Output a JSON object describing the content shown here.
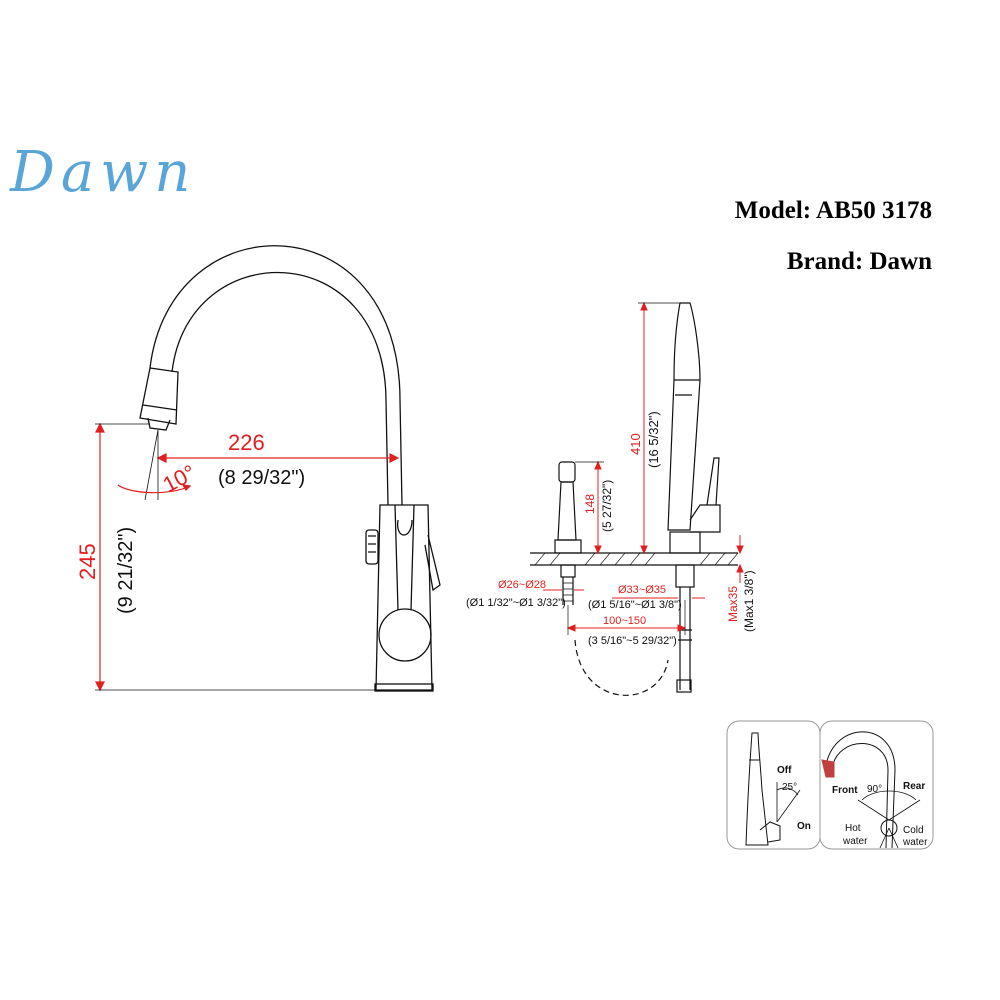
{
  "logo": {
    "text": "Dawn"
  },
  "model": {
    "label": "Model:",
    "value": "AB50 3178"
  },
  "brand": {
    "label": "Brand:",
    "value": "Dawn"
  },
  "front_view": {
    "reach_mm": "226",
    "reach_in": "(8  29/32\")",
    "angle": "10°",
    "height_mm": "245",
    "height_in": "(9  21/32\")"
  },
  "side_view": {
    "total_height_mm": "410",
    "total_height_in": "(16  5/32\")",
    "sprayer_height_mm": "148",
    "sprayer_height_in": "(5  27/32\")",
    "sprayer_hole_mm": "Ø26~Ø28",
    "sprayer_hole_in": "(Ø1 1/32\"~Ø1 3/32\")",
    "faucet_hole_mm": "Ø33~Ø35",
    "faucet_hole_in": "(Ø1 5/16\"~Ø1 3/8\")",
    "spacing_mm": "100~150",
    "spacing_in": "(3 5/16\"~5 29/32\")",
    "deck_max_mm": "Max35",
    "deck_max_in": "(Max1 3/8\")"
  },
  "inset_handle": {
    "off": "Off",
    "angle": "25°",
    "on": "On"
  },
  "inset_swivel": {
    "front": "Front",
    "angle": "90°",
    "rear": "Rear",
    "hot": "Hot",
    "hot_sub": "water",
    "cold": "Cold",
    "cold_sub": "water"
  },
  "colors": {
    "dimension": "#e02020",
    "logo": "#5aa5d8",
    "line": "#111111"
  }
}
